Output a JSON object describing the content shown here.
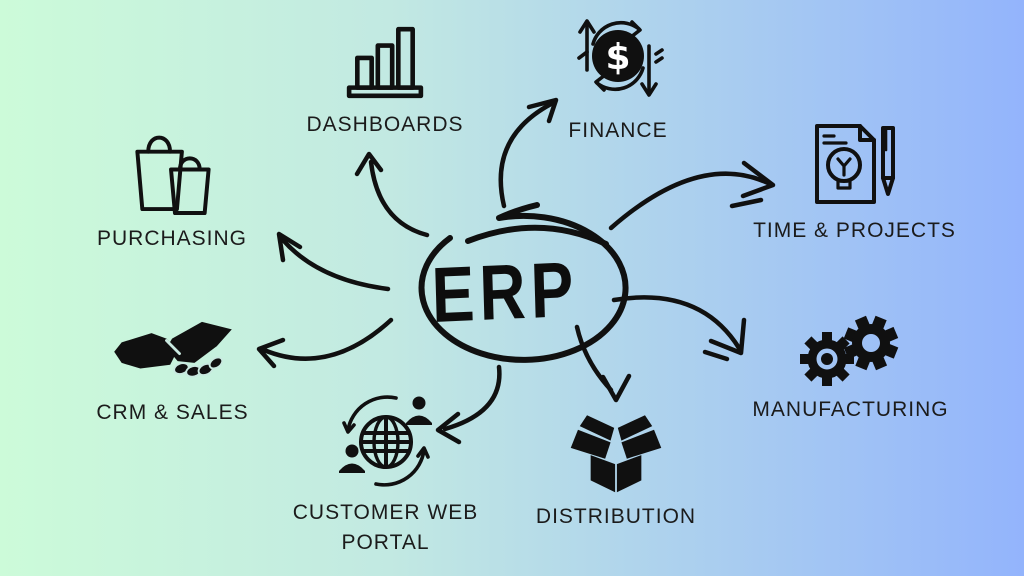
{
  "diagram": {
    "title_context": "ERP modules diagram",
    "center": {
      "label": "ERP"
    },
    "modules": [
      {
        "id": "purchasing",
        "label": "PURCHASING",
        "icon": "shopping-bags-icon"
      },
      {
        "id": "dashboards",
        "label": "DASHBOARDS",
        "icon": "bar-chart-icon"
      },
      {
        "id": "finance",
        "label": "FINANCE",
        "icon": "dollar-exchange-icon",
        "glyph": "$"
      },
      {
        "id": "time-projects",
        "label": "TIME & PROJECTS",
        "icon": "document-lightbulb-pen-icon"
      },
      {
        "id": "manufacturing",
        "label": "MANUFACTURING",
        "icon": "gears-icon"
      },
      {
        "id": "distribution",
        "label": "DISTRIBUTION",
        "icon": "open-box-icon"
      },
      {
        "id": "customer-web-portal",
        "label": "CUSTOMER WEB PORTAL",
        "icon": "globe-users-icon"
      },
      {
        "id": "crm-sales",
        "label": "CRM & SALES",
        "icon": "handshake-icon"
      }
    ],
    "colors": {
      "background_left": "#ccfbd9",
      "background_right": "#93b4fc",
      "ink": "#101010"
    }
  }
}
